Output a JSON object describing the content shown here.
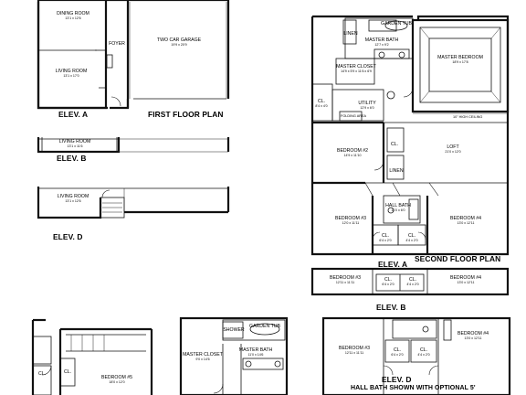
{
  "titles": {
    "first_floor_plan": "FIRST FLOOR PLAN",
    "second_floor_plan": "SECOND FLOOR PLAN",
    "elev_a_left": "ELEV. A",
    "elev_b_left": "ELEV. B",
    "elev_d_left": "ELEV. D",
    "elev_a_right": "ELEV. A",
    "elev_b_right": "ELEV. B",
    "elev_d_right": "ELEV. D",
    "hall_bath_note": "HALL BATH SHOWN WITH OPTIONAL 5'"
  },
  "first_floor": {
    "dining_room": {
      "name": "DINING ROOM",
      "dim": "13'1 x 12'6"
    },
    "foyer": {
      "name": "FOYER"
    },
    "garage": {
      "name": "TWO CAR GARAGE",
      "dim": "19'9 x 20'9"
    },
    "living_room_a": {
      "name": "LIVING ROOM",
      "dim": "13'1 x 17'0"
    },
    "living_room_b": {
      "name": "LIVING ROOM",
      "dim": "13'1 x 11'6"
    },
    "living_room_d": {
      "name": "LIVING ROOM",
      "dim": "13'1 x 12'6"
    }
  },
  "second_floor": {
    "garden_tub": "GARDEN TUB",
    "linen_top": "LINEN",
    "master_bath": {
      "name": "MASTER BATH",
      "dim": "12'7 x 9'2"
    },
    "master_bedroom": {
      "name": "MASTER BEDROOM",
      "dim": "18'9 x 17'8"
    },
    "master_closet": {
      "name": "MASTER CLOSET",
      "dim": "14'9 x 5'9 x 11'6 x 6'9"
    },
    "cl_left": {
      "name": "CL.",
      "dim": "8'4 x 4'0"
    },
    "utility": {
      "name": "UTILITY",
      "dim": "12'9 x 6'0"
    },
    "folding_area": "FOLDING AREA",
    "ceiling_note": "10\" HIGH CEILING",
    "bedroom2": {
      "name": "BEDROOM #2",
      "dim": "14'9 x 11'10"
    },
    "cl_mid": "CL.",
    "loft": {
      "name": "LOFT",
      "dim": "21'0 x 12'0"
    },
    "linen_mid": "LINEN",
    "hall_bath": {
      "name": "HALL BATH",
      "dim": "11'0 x 6'0"
    },
    "bedroom3": {
      "name": "BEDROOM #3",
      "dim": "12'0 x 11'11"
    },
    "bedroom4": {
      "name": "BEDROOM #4",
      "dim": "13'0 x 12'11"
    },
    "cl_b3": {
      "name": "CL.",
      "dim": "6'4 x 2'0"
    },
    "cl_b4": {
      "name": "CL.",
      "dim": "4'4 x 2'0"
    }
  },
  "elev_b_strip": {
    "bedroom3": {
      "name": "BEDROOM #3",
      "dim": "12'11 x 11'11"
    },
    "cl1": {
      "name": "CL.",
      "dim": "6'4 x 2'0"
    },
    "cl2": {
      "name": "CL.",
      "dim": "4'4 x 2'0"
    },
    "bedroom4": {
      "name": "BEDROOM #4",
      "dim": "13'0 x 12'11"
    }
  },
  "bottom": {
    "cl_left": "CL.",
    "cl_left2": "CL.",
    "bedroom5": {
      "name": "BEDROOM #5",
      "dim": "18'0 x 12'0"
    },
    "shower": "SHOWER",
    "garden_tub": "GARDEN TUB",
    "master_closet": {
      "name": "MASTER CLOSET",
      "dim": "9'0 x 14'6"
    },
    "master_bath": {
      "name": "MASTER BATH",
      "dim": "11'0 x 14'6"
    },
    "bedroom3": {
      "name": "BEDROOM #3",
      "dim": "12'11 x 11'11"
    },
    "cl1": {
      "name": "CL.",
      "dim": "6'4 x 2'0"
    },
    "cl2": {
      "name": "CL.",
      "dim": "4'4 x 2'0"
    },
    "bedroom4": {
      "name": "BEDROOM #4",
      "dim": "13'0 x 12'11"
    }
  }
}
